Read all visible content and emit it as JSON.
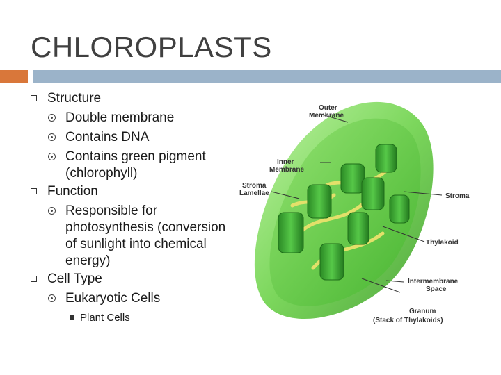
{
  "slide": {
    "title": "CHLOROPLASTS",
    "sections": [
      {
        "heading": "Structure",
        "items": [
          {
            "text": "Double membrane"
          },
          {
            "text": "Contains DNA"
          },
          {
            "text": "Contains green pigment (chlorophyll)"
          }
        ]
      },
      {
        "heading": "Function",
        "items": [
          {
            "text": "Responsible for photosynthesis (conversion of sunlight into chemical energy)"
          }
        ]
      },
      {
        "heading": "Cell Type",
        "items": [
          {
            "text": "Eukaryotic Cells",
            "sub": [
              "Plant Cells"
            ]
          }
        ]
      }
    ]
  },
  "figure": {
    "labels": {
      "outer_membrane_1": "Outer",
      "outer_membrane_2": "Membrane",
      "inner_membrane_1": "Inner",
      "inner_membrane_2": "Membrane",
      "stroma_lamellae_1": "Stroma",
      "stroma_lamellae_2": "Lamellae",
      "stroma": "Stroma",
      "thylakoid": "Thylakoid",
      "intermembrane_1": "Intermembrane",
      "intermembrane_2": "Space",
      "granum_1": "Granum",
      "granum_2": "(Stack of Thylakoids)"
    },
    "colors": {
      "outer": "#6dd24a",
      "inner": "#4cbf33",
      "granum": "#2f9a2a",
      "lamellae": "#e3e06a"
    }
  }
}
